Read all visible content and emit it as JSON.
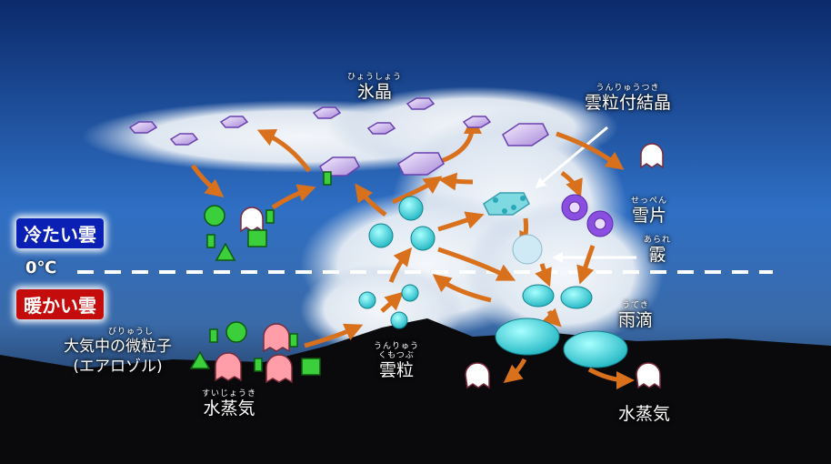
{
  "zones": {
    "cold": "冷たい雲",
    "warm": "暖かい雲",
    "freezing": "0℃"
  },
  "labels": {
    "ice_crystal": {
      "ruby": "ひょうしょう",
      "text": "氷晶"
    },
    "rimed_crystal": {
      "ruby": "うんりゅうつき",
      "text": "雲粒付結晶"
    },
    "snowflake": {
      "ruby": "せっぺん",
      "text": "雪片"
    },
    "graupel": {
      "ruby": "あられ",
      "text": "霰"
    },
    "raindrop": {
      "ruby": "うてき",
      "text": "雨滴"
    },
    "cloud_droplet": {
      "ruby": "うんりゅう くもつぶ",
      "text": "雲粒"
    },
    "aerosol": {
      "ruby": "びりゅうし",
      "text": "大気中の微粒子",
      "sub": "(エアロゾル)"
    },
    "vapor_left": {
      "ruby": "すいじょうき",
      "text": "水蒸気"
    },
    "vapor_right": {
      "text": "水蒸気"
    }
  },
  "colors": {
    "arrow": "#d9701c",
    "droplet": "#3fd6d6",
    "crystal": "#b79ae6",
    "vapor": "#ff9ea8",
    "aerosol": "#3ccf3c",
    "snow": "#8a4fe0"
  }
}
